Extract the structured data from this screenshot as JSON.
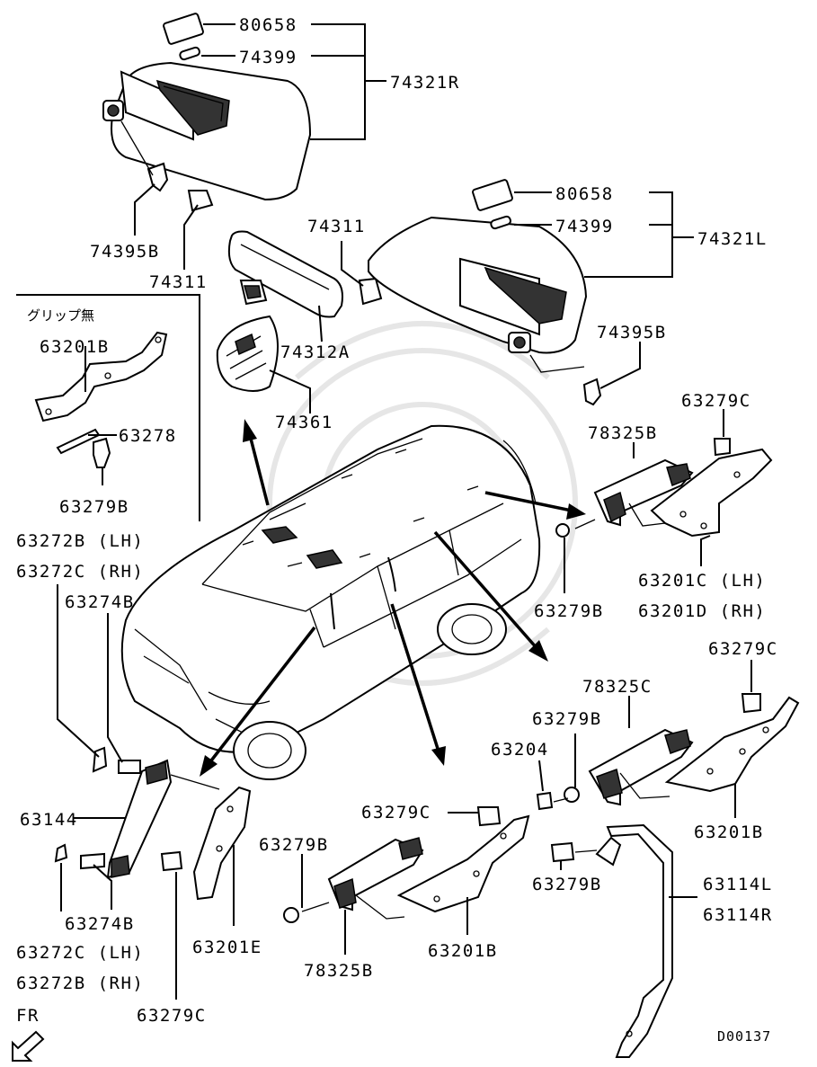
{
  "labels": {
    "l_80658_top": "80658",
    "l_74399_top": "74399",
    "l_74321R": "74321R",
    "l_74395B_left": "74395B",
    "l_74311_left": "74311",
    "l_74311_mid": "74311",
    "l_74312A": "74312A",
    "l_74361": "74361",
    "l_80658_right": "80658",
    "l_74399_right": "74399",
    "l_74321L": "74321L",
    "l_74395B_right": "74395B",
    "l_grip_none": "グリップ無",
    "l_63201B_a": "63201B",
    "l_63278": "63278",
    "l_63279B_a": "63279B",
    "l_63272B_LH": "63272B (LH)",
    "l_63272C_RH": "63272C (RH)",
    "l_63274B_a": "63274B",
    "l_63279C_a": "63279C",
    "l_78325B_a": "78325B",
    "l_63279B_b": "63279B",
    "l_63201C_LH": "63201C (LH)",
    "l_63201D_RH": "63201D (RH)",
    "l_63279C_b": "63279C",
    "l_78325C": "78325C",
    "l_63279B_c": "63279B",
    "l_63204": "63204",
    "l_63201B_b": "63201B",
    "l_63144": "63144",
    "l_63274B_b": "63274B",
    "l_63272C_LH": "63272C (LH)",
    "l_63272B_RH": "63272B (RH)",
    "l_63279C_c": "63279C",
    "l_63201E": "63201E",
    "l_63279C_d": "63279C",
    "l_63279B_d": "63279B",
    "l_78325B_b": "78325B",
    "l_63201B_c": "63201B",
    "l_63279B_e": "63279B",
    "l_63114L": "63114L",
    "l_63114R": "63114R",
    "l_FR": "FR",
    "l_code": "D00137"
  }
}
